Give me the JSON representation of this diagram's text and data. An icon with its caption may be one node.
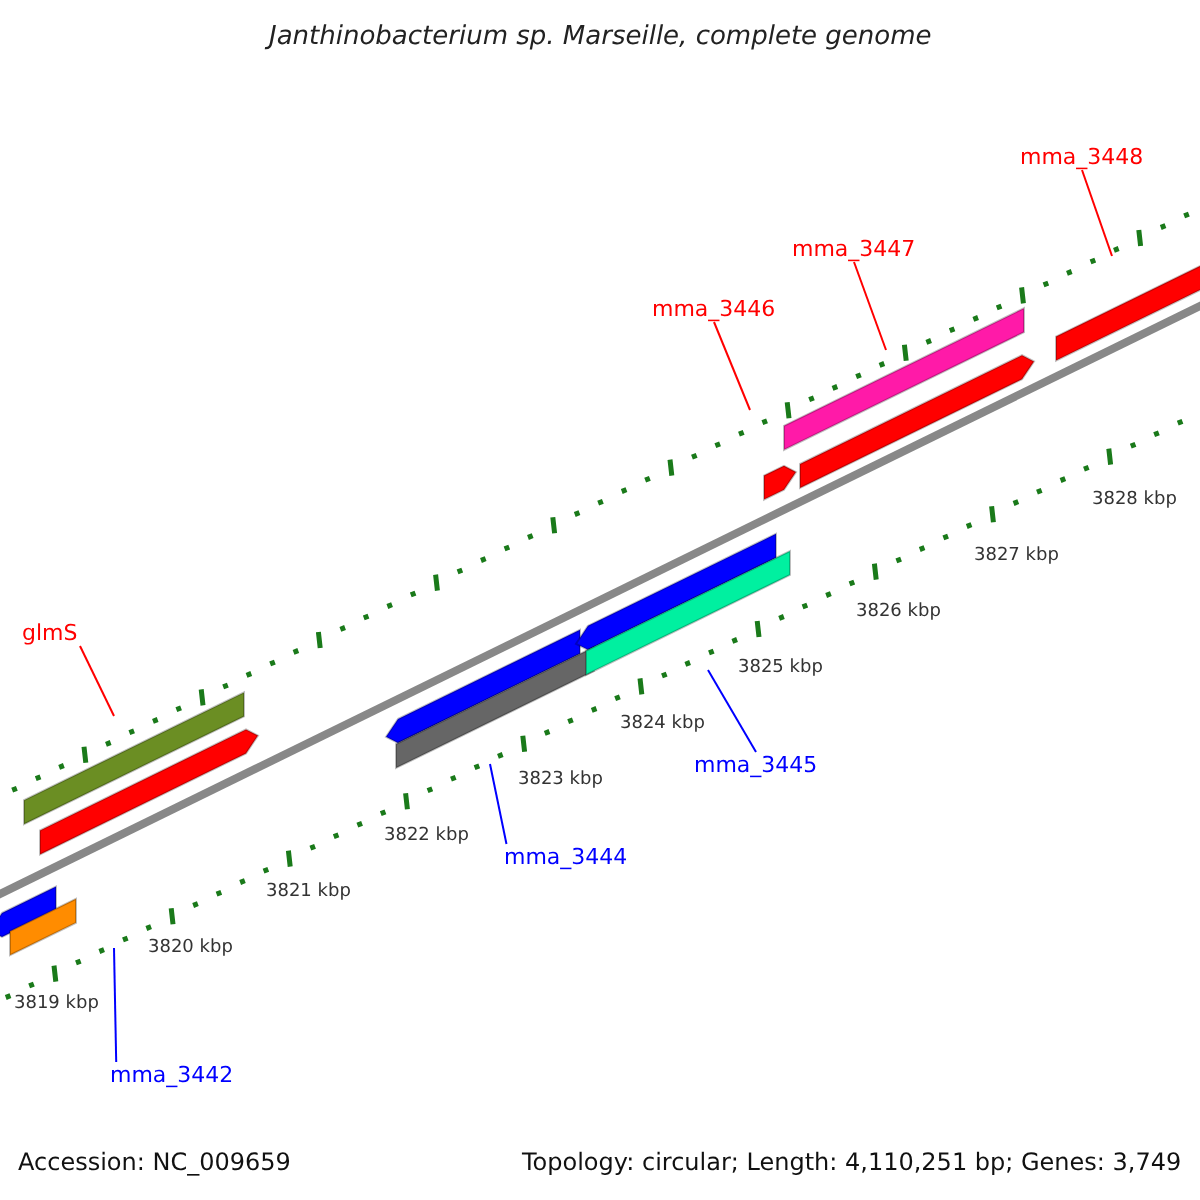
{
  "diagram": {
    "title": "Janthinobacterium sp. Marseille, complete genome",
    "nodes": [
      {
        "text": [
          "mma_3448"
        ]
      },
      {
        "text": [
          "mma_3447"
        ]
      },
      {
        "text": [
          "mma_3446"
        ]
      },
      {
        "text": [
          "glmS"
        ]
      },
      {
        "text": [
          "mma_3445"
        ]
      },
      {
        "text": [
          "mma_3444"
        ]
      },
      {
        "text": [
          "mma_3442"
        ]
      }
    ],
    "edges": [
      {
        "from": 0,
        "to": null,
        "arrow": "none"
      },
      {
        "from": 1,
        "to": null,
        "arrow": "none"
      },
      {
        "from": 2,
        "to": null,
        "arrow": "none"
      },
      {
        "from": 3,
        "to": null,
        "arrow": "none"
      },
      {
        "from": 4,
        "to": null,
        "arrow": "none",
        "color": "#0000ff"
      },
      {
        "from": 5,
        "to": null,
        "arrow": "none",
        "color": "#0000ff"
      },
      {
        "from": 6,
        "to": null,
        "arrow": "none",
        "color": "#0000ff"
      }
    ],
    "labels": [
      "3828 kbp",
      "3827 kbp",
      "3826 kbp",
      "3825 kbp",
      "3824 kbp",
      "3823 kbp",
      "3822 kbp",
      "3821 kbp",
      "3820 kbp",
      "3819 kbp",
      "Accession: NC_009659",
      "Topology: circular; Length: 4,110,251 bp; Genes: 3,749"
    ]
  }
}
